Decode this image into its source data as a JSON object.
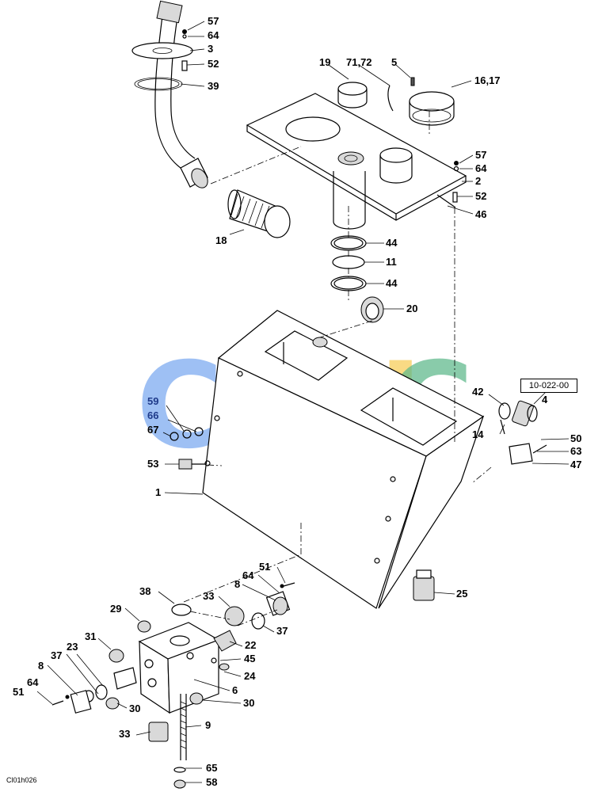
{
  "reference_box": "10-022-00",
  "drawing_code": "Cl01h026",
  "watermark": {
    "letters": [
      "C",
      "G",
      "H",
      "C"
    ],
    "colors": [
      "#7aa8f0",
      "#f08a80",
      "#f7cc55",
      "#5cb88a"
    ]
  },
  "callouts": {
    "c57a": "57",
    "c64a": "64",
    "c3": "3",
    "c52a": "52",
    "c39": "39",
    "c19": "19",
    "c7172": "71,72",
    "c5": "5",
    "c1617": "16,17",
    "c57b": "57",
    "c64b": "64",
    "c2": "2",
    "c52b": "52",
    "c46": "46",
    "c18": "18",
    "c44a": "44",
    "c11": "11",
    "c44b": "44",
    "c20": "20",
    "c42": "42",
    "c4": "4",
    "c14": "14",
    "c50": "50",
    "c63": "63",
    "c47": "47",
    "c59": "59",
    "c66": "66",
    "c67": "67",
    "c53": "53",
    "c1": "1",
    "c25": "25",
    "c51a": "51",
    "c64c": "64",
    "c8a": "8",
    "c38": "38",
    "c33a": "33",
    "c29": "29",
    "c37a": "37",
    "c22": "22",
    "c31": "31",
    "c45": "45",
    "c24": "24",
    "c37b": "37",
    "c23": "23",
    "c8b": "8",
    "c6": "6",
    "c64d": "64",
    "c51b": "51",
    "c30a": "30",
    "c30b": "30",
    "c9": "9",
    "c33b": "33",
    "c65": "65",
    "c58": "58"
  }
}
